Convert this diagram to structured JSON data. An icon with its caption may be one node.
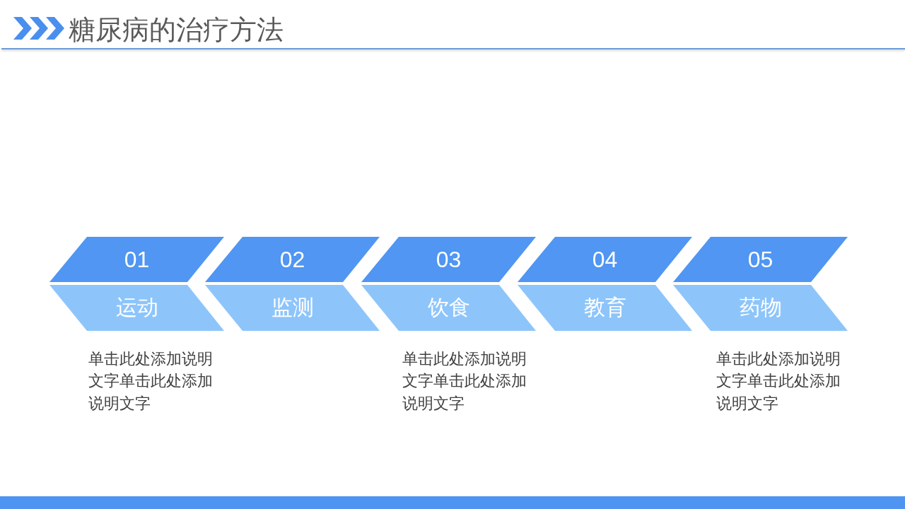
{
  "diagram": {
    "title": "糖尿病的治疗方法",
    "nodes": [
      {
        "text": [
          "01"
        ]
      },
      {
        "text": [
          "运动"
        ],
        "beside": [
          "单击此处添加说明文字单击此处添加说明文字"
        ]
      },
      {
        "text": [
          "02"
        ]
      },
      {
        "text": [
          "监测"
        ]
      },
      {
        "text": [
          "03"
        ]
      },
      {
        "text": [
          "饮食"
        ],
        "beside": [
          "单击此处添加说明文字单击此处添加说明文字"
        ]
      },
      {
        "text": [
          "04"
        ]
      },
      {
        "text": [
          "教育"
        ]
      },
      {
        "text": [
          "05"
        ]
      },
      {
        "text": [
          "药物"
        ],
        "beside": [
          "单击此处添加说明文字单击此处添加说明文字"
        ]
      }
    ]
  }
}
